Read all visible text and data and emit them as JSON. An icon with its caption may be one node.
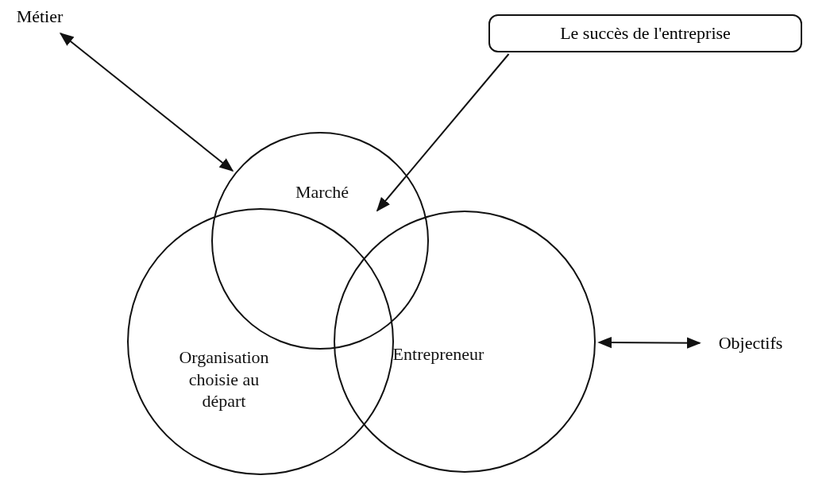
{
  "diagram": {
    "nodes": [
      {
        "text": [
          "Métier"
        ]
      },
      {
        "text": [
          "Le succès de l'entreprise"
        ]
      },
      {
        "text": [
          "Marché"
        ]
      },
      {
        "text": [
          "Organisation choisie au départ"
        ]
      },
      {
        "text": [
          "Entrepreneur"
        ]
      },
      {
        "text": [
          "Objectifs"
        ]
      }
    ],
    "edges": [
      {
        "from": 0,
        "to": 2,
        "arrow": "both"
      },
      {
        "from": 1,
        "to": 2,
        "arrow": "to"
      },
      {
        "from": 4,
        "to": 5,
        "arrow": "both"
      }
    ]
  }
}
